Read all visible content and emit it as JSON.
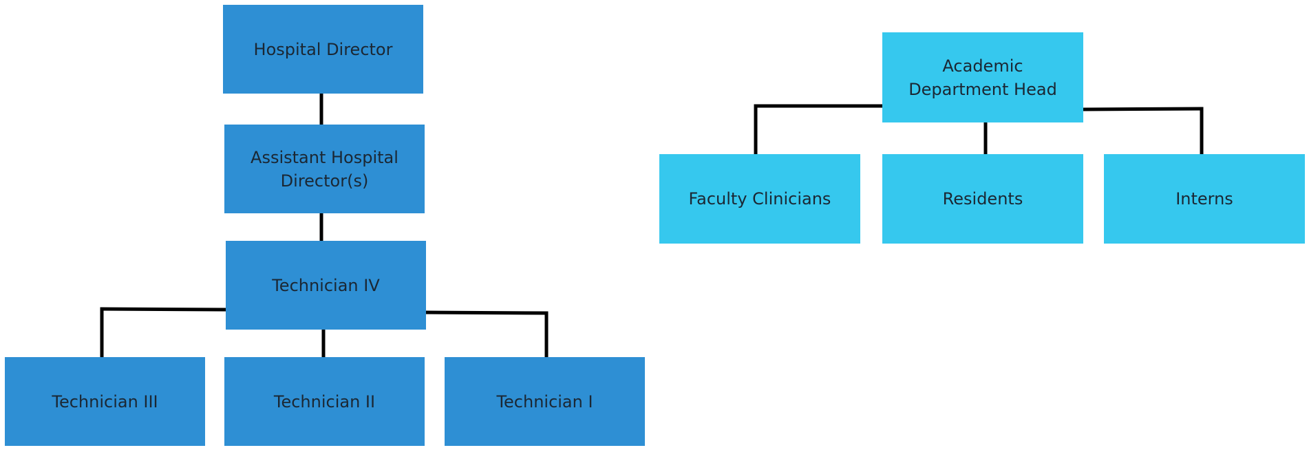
{
  "hospital_chart": {
    "director": "Hospital Director",
    "assistant_director": "Assistant Hospital Director(s)",
    "technician_iv": "Technician IV",
    "technician_iii": "Technician III",
    "technician_ii": "Technician II",
    "technician_i": "Technician I"
  },
  "academic_chart": {
    "department_head": "Academic Department Head",
    "faculty_clinicians": "Faculty Clinicians",
    "residents": "Residents",
    "interns": "Interns"
  },
  "colors": {
    "hospital_box": "#2e8fd4",
    "academic_box": "#36c8ee",
    "connector": "#000000",
    "text": "#1b2733"
  }
}
